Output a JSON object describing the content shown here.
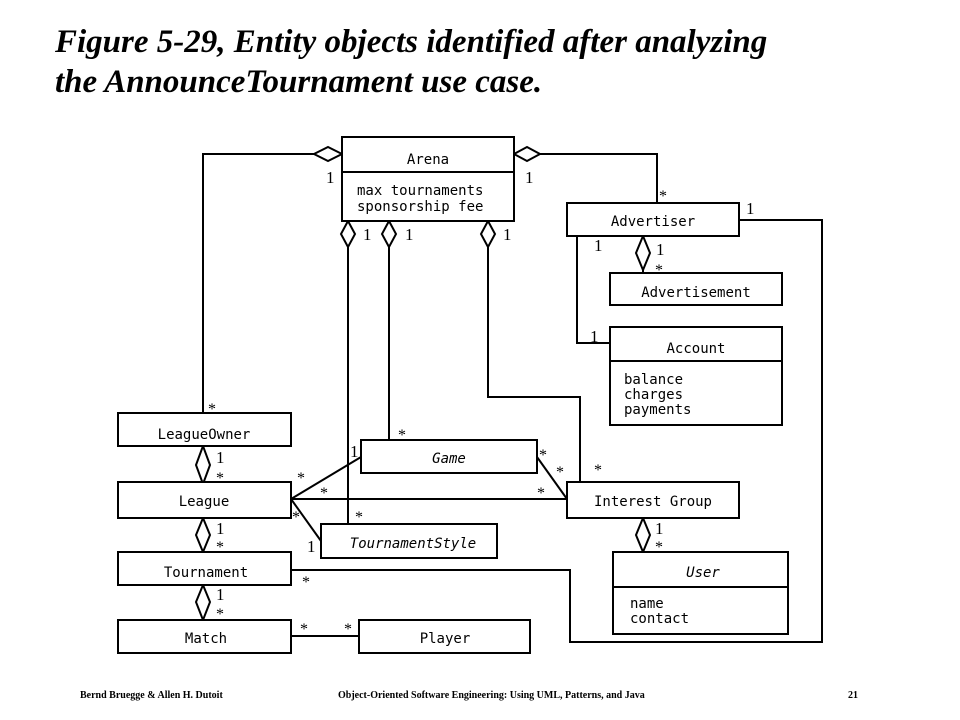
{
  "title": {
    "line1": "Figure 5-29, Entity objects identified after analyzing",
    "line2": "the AnnounceTournament use case."
  },
  "classes": {
    "arena": {
      "name": "Arena",
      "attributes": [
        "max tournaments",
        "sponsorship fee"
      ]
    },
    "advertiser": {
      "name": "Advertiser"
    },
    "advertisement": {
      "name": "Advertisement"
    },
    "account": {
      "name": "Account",
      "attributes": [
        "balance",
        "charges",
        "payments"
      ]
    },
    "league_owner": {
      "name": "LeagueOwner"
    },
    "game": {
      "name": "Game"
    },
    "league": {
      "name": "League"
    },
    "interest_group": {
      "name": "Interest Group"
    },
    "tournament_style": {
      "name": "TournamentStyle"
    },
    "tournament": {
      "name": "Tournament"
    },
    "user": {
      "name": "User",
      "attributes": [
        "name",
        "contact"
      ]
    },
    "match": {
      "name": "Match"
    },
    "player": {
      "name": "Player"
    }
  },
  "multiplicity": {
    "one": "1",
    "many": "*"
  },
  "footer": {
    "left": "Bernd Bruegge & Allen H. Dutoit",
    "center": "Object-Oriented Software Engineering: Using UML, Patterns, and Java",
    "page": "21"
  }
}
